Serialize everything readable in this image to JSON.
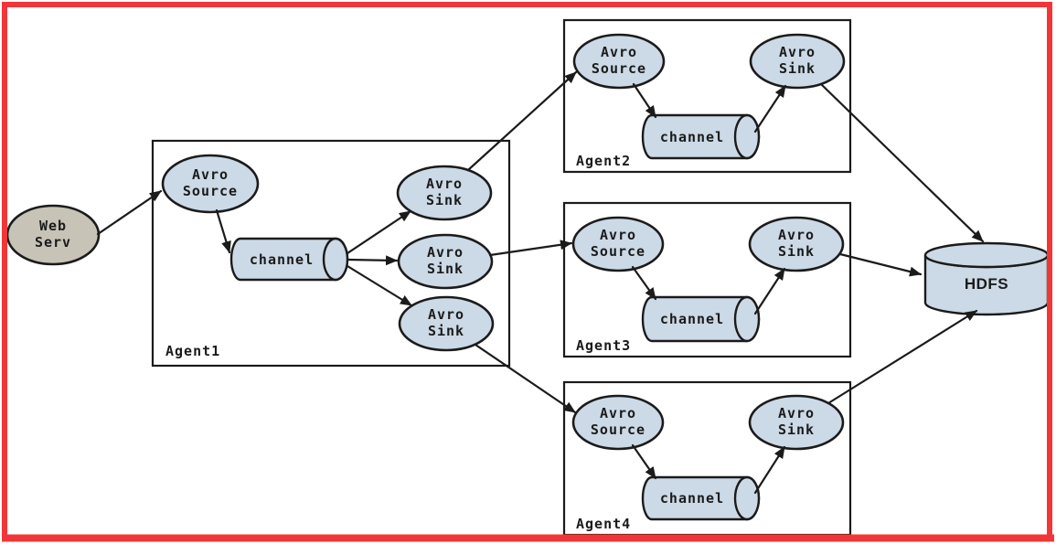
{
  "diagram_title": "flume-multi-agent-consolidation-flow",
  "colors": {
    "page_border": "#f23638",
    "background": "#ffffff",
    "node_fill": "#ccd9e6",
    "web_node_fill": "#c8c3b7",
    "outline": "#1b1b1b"
  },
  "nodes": {
    "web_server": {
      "line1": "Web",
      "line2": "Serv"
    },
    "avro_source": {
      "line1": "Avro",
      "line2": "Source"
    },
    "avro_sink": {
      "line1": "Avro",
      "line2": "Sink"
    },
    "channel_label": "channel",
    "hdfs_label": "HDFS"
  },
  "agents": [
    {
      "label": "Agent1"
    },
    {
      "label": "Agent2"
    },
    {
      "label": "Agent3"
    },
    {
      "label": "Agent4"
    }
  ]
}
